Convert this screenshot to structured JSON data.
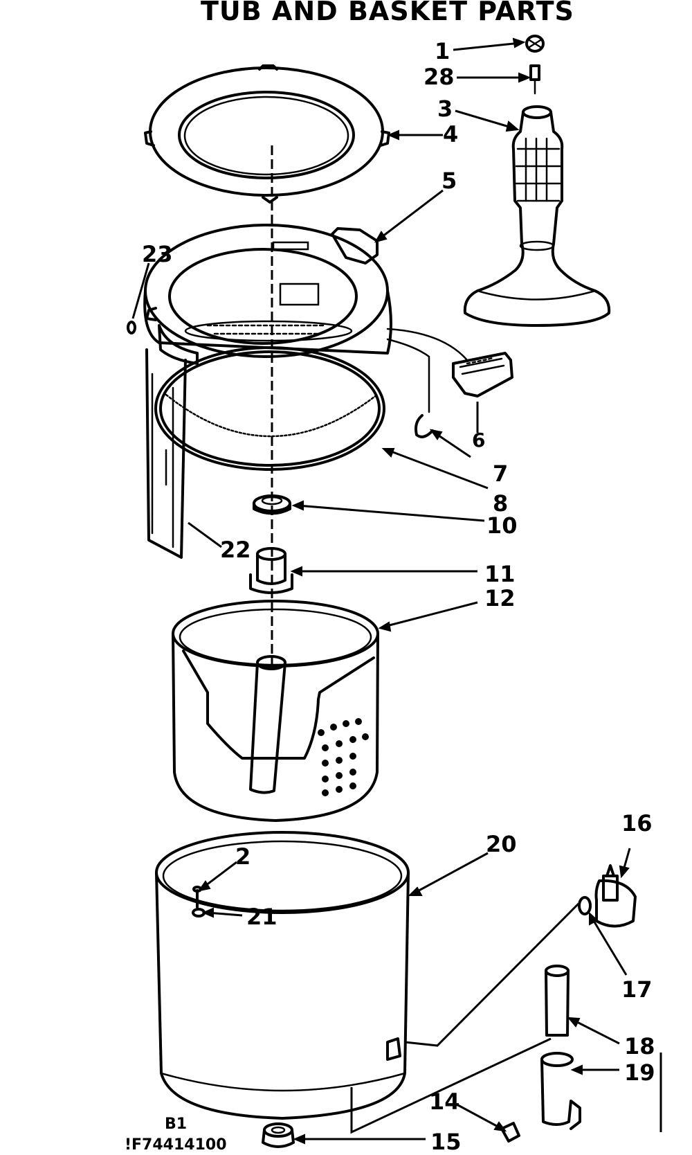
{
  "title": "TUB AND BASKET PARTS",
  "footer": {
    "section_code": "B1",
    "drawing_number": "!F74414100"
  },
  "callouts": {
    "c1": "1",
    "c28": "28",
    "c3": "3",
    "c4": "4",
    "c5": "5",
    "c23": "23",
    "c6": "6",
    "c7": "7",
    "c8": "8",
    "c10": "10",
    "c22": "22",
    "c11": "11",
    "c12": "12",
    "c20": "20",
    "c16": "16",
    "c2": "2",
    "c21": "21",
    "c17": "17",
    "c18": "18",
    "c19": "19",
    "c14": "14",
    "c15": "15"
  }
}
